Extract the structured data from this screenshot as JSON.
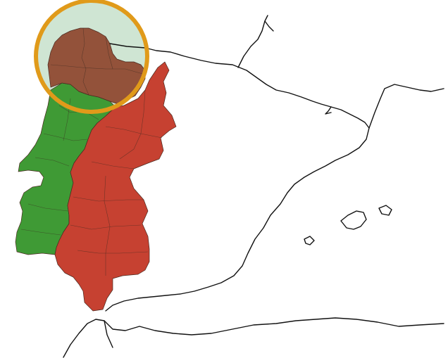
{
  "map": {
    "colors": {
      "background": "#ffffff",
      "coastline": "#111111",
      "portugal_fill": "#3f9a35",
      "spain_border_fill": "#c64131",
      "galicia_fill": "#93523a",
      "highlight_fill": "#cfe5d3",
      "highlight_ring": "#e09a1a"
    },
    "regions": [
      {
        "id": "portugal",
        "color_key": "portugal_fill"
      },
      {
        "id": "spain-border-provinces",
        "color_key": "spain_border_fill"
      },
      {
        "id": "galicia",
        "color_key": "galicia_fill"
      }
    ],
    "highlight": {
      "target": "galicia",
      "style": "circle-outline"
    }
  }
}
